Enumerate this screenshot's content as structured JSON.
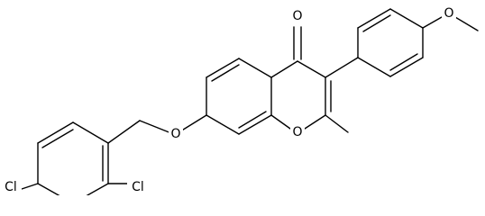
{
  "molecule": {
    "atoms": [
      {
        "id": "o_carbonyl",
        "label": "O"
      },
      {
        "id": "o_ring",
        "label": "O"
      },
      {
        "id": "o_ether",
        "label": "O"
      },
      {
        "id": "o_methoxy",
        "label": "O"
      },
      {
        "id": "cl_ortho",
        "label": "Cl"
      },
      {
        "id": "cl_para",
        "label": "Cl"
      }
    ],
    "colors": {
      "bond": "#000000",
      "label": "#000000",
      "background": "#ffffff"
    }
  }
}
